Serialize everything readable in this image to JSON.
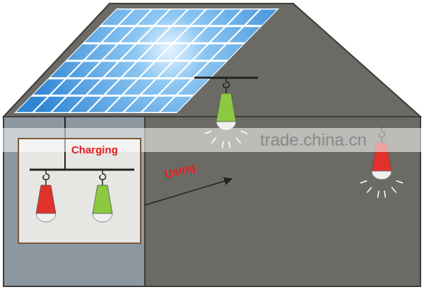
{
  "diagram": {
    "nodes": [
      {
        "text": [
          "Charging"
        ]
      }
    ],
    "labels": [
      "Using",
      "trade.china.cn"
    ]
  }
}
